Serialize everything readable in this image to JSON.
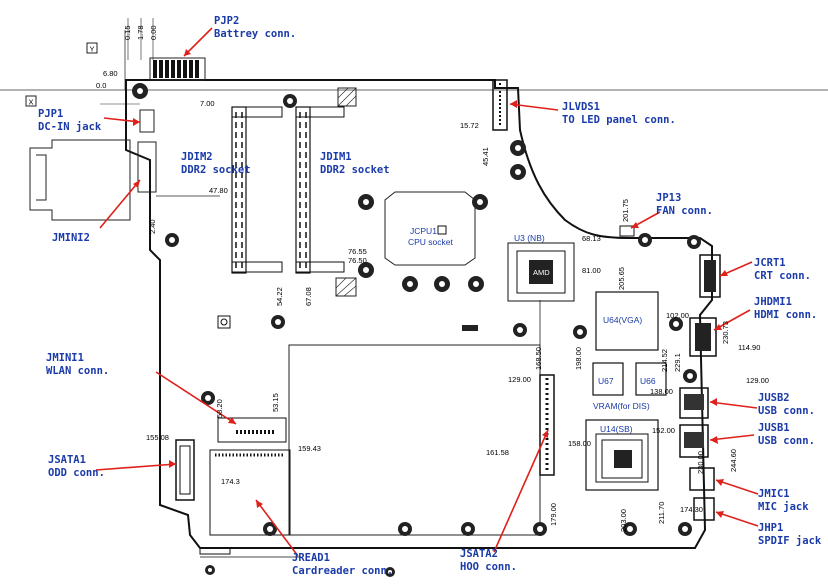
{
  "labels": {
    "pjp2": {
      "ref": "PJP2",
      "desc": "Battrey conn."
    },
    "pjp1": {
      "ref": "PJP1",
      "desc": "DC-IN jack"
    },
    "jdim2": {
      "ref": "JDIM2",
      "desc": "DDR2 socket"
    },
    "jdim1": {
      "ref": "JDIM1",
      "desc": "DDR2 socket"
    },
    "jlvds1": {
      "ref": "JLVDS1",
      "desc": "TO LED panel conn."
    },
    "jp13": {
      "ref": "JP13",
      "desc": "FAN conn."
    },
    "jmini2": {
      "ref": "JMINI2"
    },
    "jcrt1": {
      "ref": "JCRT1",
      "desc": "CRT conn."
    },
    "jhdmi1": {
      "ref": "JHDMI1",
      "desc": "HDMI conn."
    },
    "jmini1": {
      "ref": "JMINI1",
      "desc": "WLAN conn."
    },
    "jusb2": {
      "ref": "JUSB2",
      "desc": "USB conn."
    },
    "jusb1": {
      "ref": "JUSB1",
      "desc": "USB conn."
    },
    "jsata1": {
      "ref": "JSATA1",
      "desc": "ODD conn."
    },
    "jmic1": {
      "ref": "JMIC1",
      "desc": "MIC jack"
    },
    "jhp1": {
      "ref": "JHP1",
      "desc": "SPDIF jack"
    },
    "jsata2": {
      "ref": "JSATA2",
      "desc": "HOO conn."
    },
    "jread1": {
      "ref": "JREAD1",
      "desc": "Cardreader conn."
    }
  },
  "chips": {
    "jcpu1": {
      "ref": "JCPU1",
      "desc": "CPU socket"
    },
    "u3": "U3 (NB)",
    "u64": "U64(VGA)",
    "u67": "U67",
    "u66": "U66",
    "vram": "VRAM(for DIS)",
    "u14": "U14(SB)"
  },
  "axis_markers": {
    "y": "Y",
    "x": "X"
  },
  "dimensions": {
    "d015": "0.15",
    "d178": "1.78",
    "d000": "0.00",
    "d680": "6.80",
    "d00": "0.0",
    "d700": "7.00",
    "d1572": "15.72",
    "d4541": "45.41",
    "d4780": "47.80",
    "d240": "2.40",
    "d6813": "68.13",
    "d20175": "201.75",
    "d8100": "81.00",
    "d7655": "76.55",
    "d7650": "76.50",
    "d5422": "54.22",
    "d6708": "67.08",
    "d20565": "205.65",
    "d10200": "102.00",
    "d21452": "214.52",
    "d11490": "114.90",
    "d23073": "230.73",
    "d19800": "198.00",
    "d15850": "168.50",
    "d12900a": "129.00",
    "d12900b": "129.00",
    "d13800": "138.00",
    "d15200": "152.00",
    "d2291": "229.1",
    "d5315": "53.15",
    "d5820": "58.20",
    "d15508": "155.08",
    "d15943": "159.43",
    "d1743": "174.3",
    "d16158": "161.58",
    "d15800": "158.00",
    "d24460": "244.60",
    "d17900": "179.00",
    "d20300": "203.00",
    "d21170": "211.70",
    "d17430": "174.30",
    "d23000": "230.00"
  }
}
